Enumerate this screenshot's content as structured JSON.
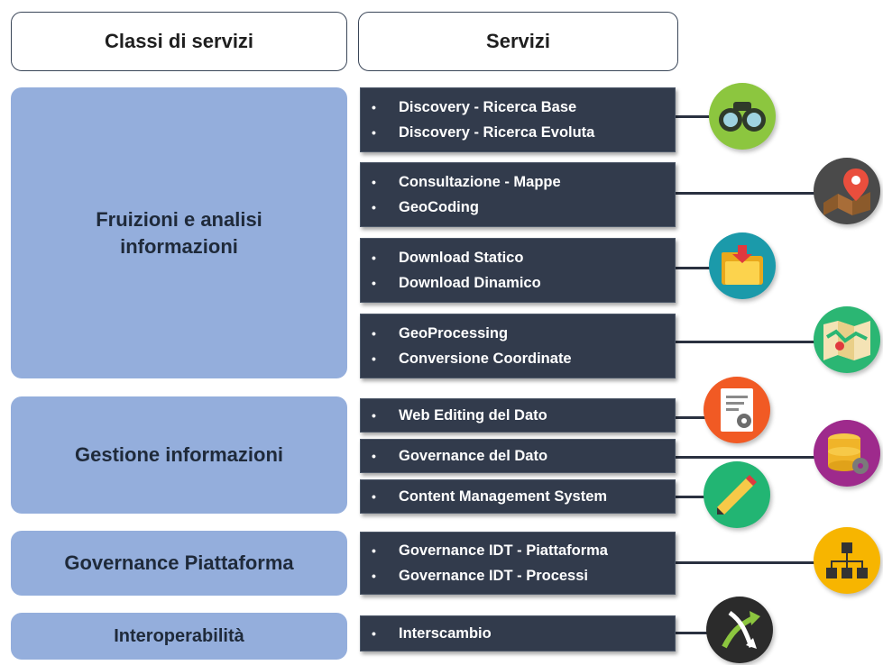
{
  "headers": {
    "classes": "Classi di servizi",
    "services": "Servizi"
  },
  "classes": [
    {
      "label": "Fruizioni e analisi informazioni"
    },
    {
      "label": "Gestione informazioni"
    },
    {
      "label": "Governance Piattaforma"
    },
    {
      "label": "Interoperabilità"
    }
  ],
  "services": [
    {
      "items": [
        "Discovery - Ricerca Base",
        "Discovery - Ricerca Evoluta"
      ],
      "icon": "binoculars-icon",
      "icon_color": "#8cc63f"
    },
    {
      "items": [
        "Consultazione - Mappe",
        "GeoCoding"
      ],
      "icon": "map-pin-icon",
      "icon_color": "#4a4a4a"
    },
    {
      "items": [
        "Download Statico",
        "Download Dinamico"
      ],
      "icon": "folder-download-icon",
      "icon_color": "#1b9aaa"
    },
    {
      "items": [
        "GeoProcessing",
        "Conversione Coordinate"
      ],
      "icon": "map-icon",
      "icon_color": "#2bb673"
    },
    {
      "items": [
        "Web Editing del Dato"
      ],
      "icon": "document-settings-icon",
      "icon_color": "#f15a24"
    },
    {
      "items": [
        "Governance del Dato"
      ],
      "icon": "database-gear-icon",
      "icon_color": "#9e2a8c"
    },
    {
      "items": [
        "Content Management System"
      ],
      "icon": "pencil-icon",
      "icon_color": "#22b573"
    },
    {
      "items": [
        "Governance IDT - Piattaforma",
        "Governance IDT - Processi"
      ],
      "icon": "hierarchy-icon",
      "icon_color": "#f7b500"
    },
    {
      "items": [
        "Interscambio"
      ],
      "icon": "exchange-arrows-icon",
      "icon_color": "#2b2b2b"
    }
  ]
}
